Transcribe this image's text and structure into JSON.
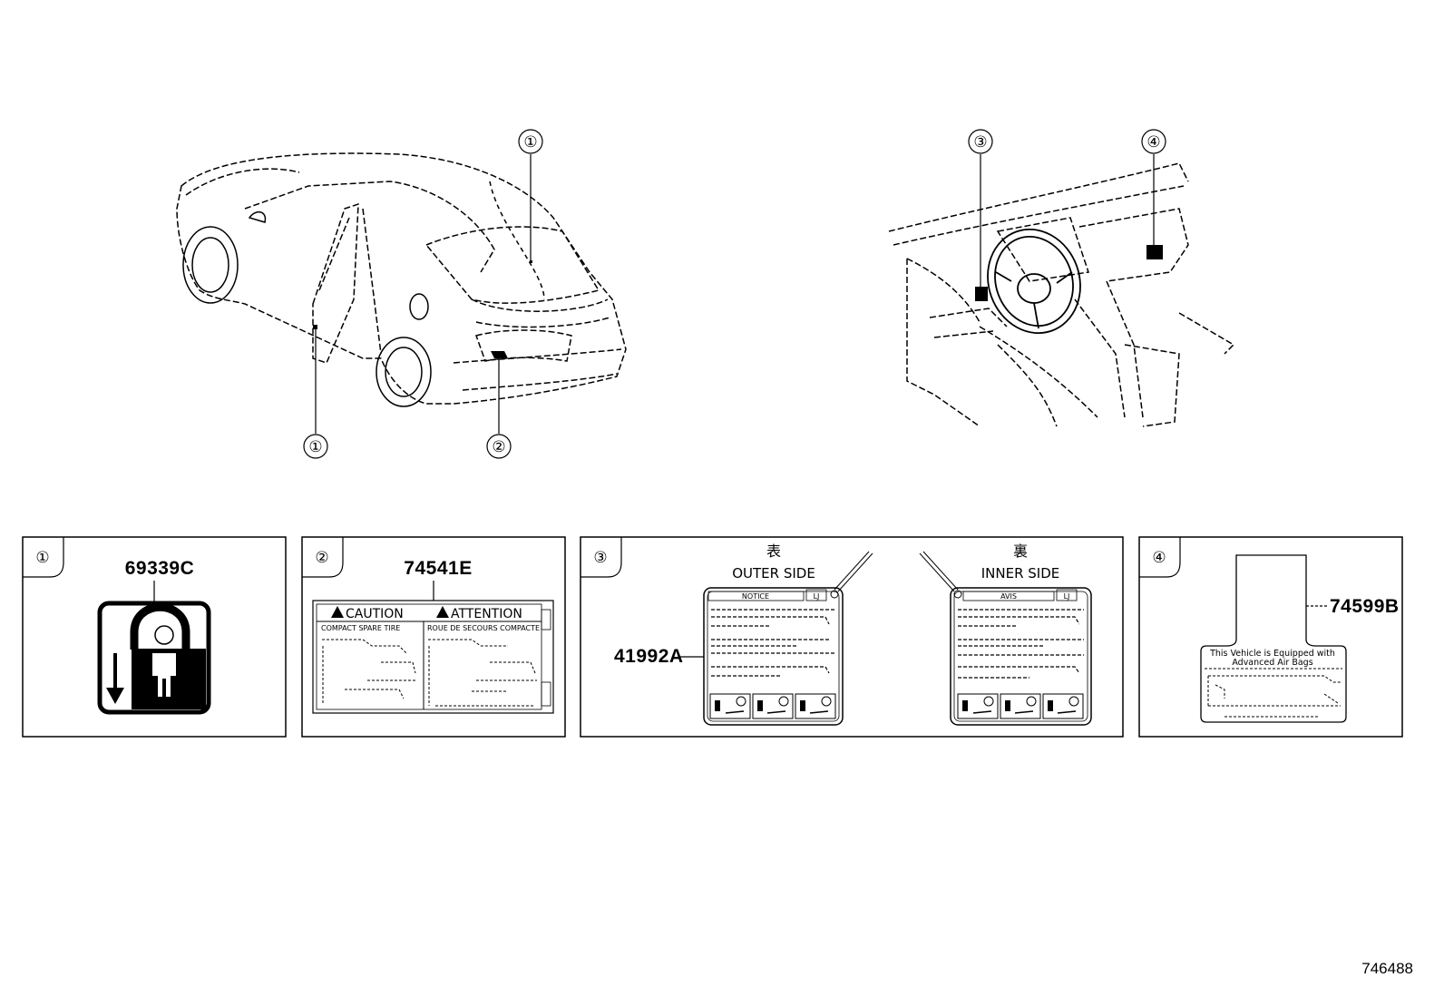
{
  "callouts": {
    "c1": "①",
    "c2": "②",
    "c3": "③",
    "c4": "④"
  },
  "panels": {
    "p1": {
      "index": "①",
      "part_number": "69339C"
    },
    "p2": {
      "index": "②",
      "part_number": "74541E",
      "caution": "CAUTION",
      "attention": "ATTENTION",
      "left_heading": "COMPACT SPARE TIRE",
      "right_heading": "ROUE DE SECOURS COMPACTE"
    },
    "p3": {
      "index": "③",
      "part_number": "41992A",
      "outer_kanji": "表",
      "outer_label": "OUTER SIDE",
      "inner_kanji": "裏",
      "inner_label": "INNER SIDE",
      "outer_tag": "NOTICE",
      "inner_tag": "AVIS",
      "tag_code": "LJ"
    },
    "p4": {
      "index": "④",
      "part_number": "74599B",
      "line1": "This Vehicle is Equipped with",
      "line2": "Advanced  Air  Bags"
    }
  },
  "diagram_ref": "746488"
}
